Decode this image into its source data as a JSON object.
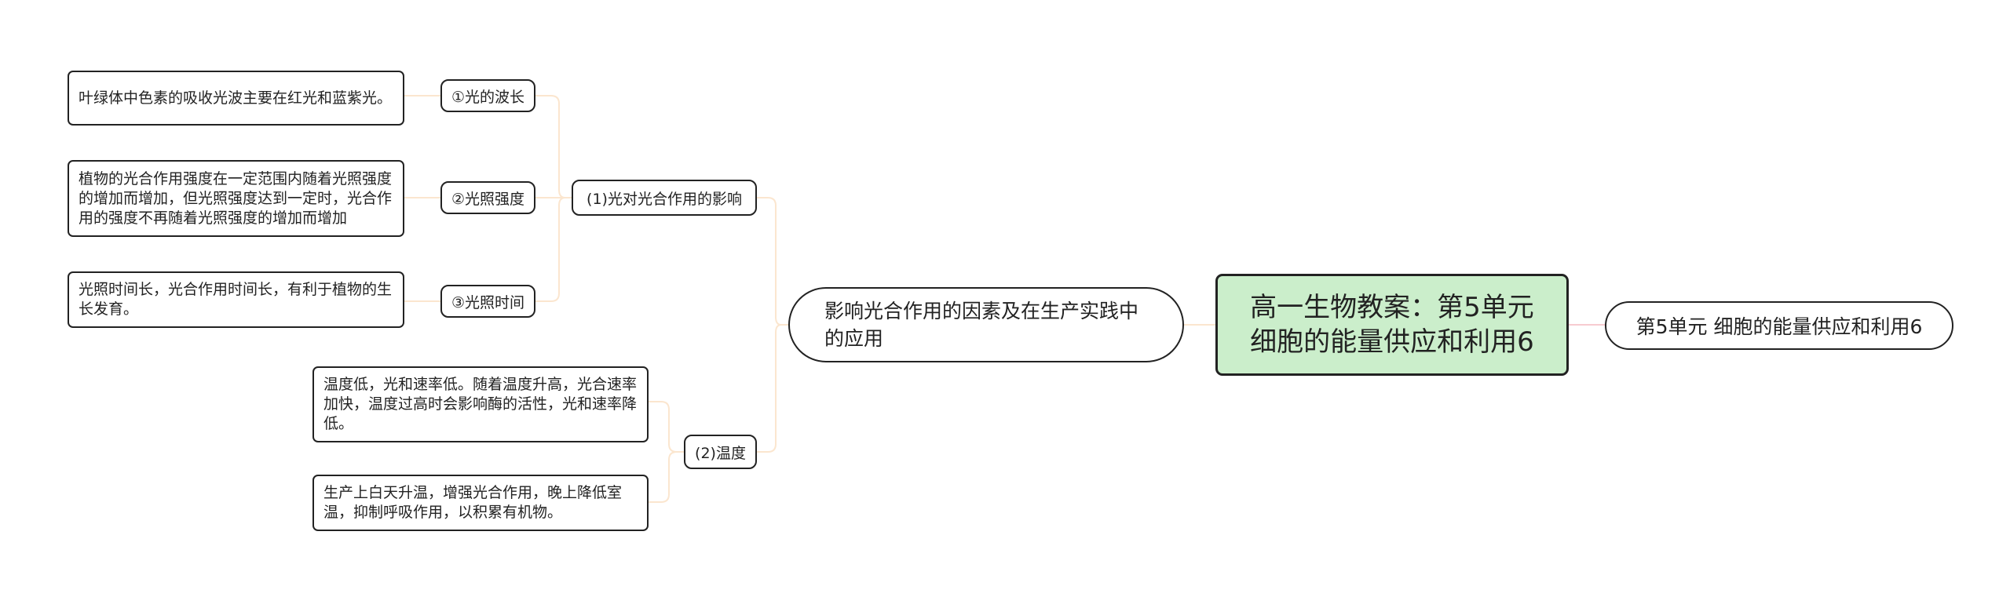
{
  "root": {
    "title_line1": "高一生物教案：第5单元",
    "title_line2": "细胞的能量供应和利用6"
  },
  "right_node": {
    "label": "第5单元 细胞的能量供应和利用6"
  },
  "main_topic": {
    "label": "影响光合作用的因素及在生产实践中的应用"
  },
  "branch_light": {
    "label": "(1)光对光合作用的影响"
  },
  "branch_temp": {
    "label": "(2)温度"
  },
  "light_wavelength": {
    "label": "①光的波长",
    "detail": "叶绿体中色素的吸收光波主要在红光和蓝紫光。"
  },
  "light_intensity": {
    "label": "②光照强度",
    "detail": "植物的光合作用强度在一定范围内随着光照强度的增加而增加，但光照强度达到一定时，光合作用的强度不再随着光照强度的增加而增加"
  },
  "light_time": {
    "label": "③光照时间",
    "detail": "光照时间长，光合作用时间长，有利于植物的生长发育。"
  },
  "temp_effect": {
    "detail": "温度低，光和速率低。随着温度升高，光合速率加快，温度过高时会影响酶的活性，光和速率降低。"
  },
  "temp_application": {
    "detail": "生产上白天升温，增强光合作用，晚上降低室温，抑制呼吸作用，以积累有机物。"
  },
  "colors": {
    "root_fill": "#cbeecb",
    "edge_left": "#fbe6cf",
    "edge_right": "#f7cbd0",
    "border": "#222222"
  }
}
